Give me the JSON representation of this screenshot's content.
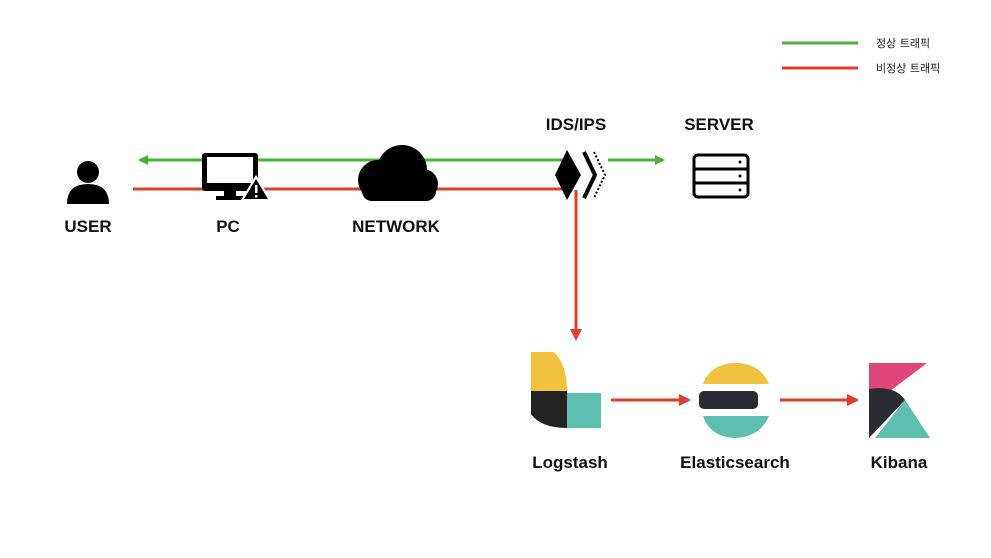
{
  "legend": {
    "normal": {
      "label": "정상 트래픽",
      "color": "#4caf3a"
    },
    "abnormal": {
      "label": "비정상 트래픽",
      "color": "#e03c2c"
    }
  },
  "nodes": {
    "user": {
      "label": "USER",
      "icon": "user-icon"
    },
    "pc": {
      "label": "PC",
      "icon": "monitor-warning-icon"
    },
    "network": {
      "label": "NETWORK",
      "icon": "cloud-icon"
    },
    "idsips": {
      "label": "IDS/IPS",
      "icon": "ids-ips-icon"
    },
    "server": {
      "label": "SERVER",
      "icon": "server-icon"
    },
    "logstash": {
      "label": "Logstash",
      "icon": "logstash-logo"
    },
    "elasticsearch": {
      "label": "Elasticsearch",
      "icon": "elasticsearch-logo"
    },
    "kibana": {
      "label": "Kibana",
      "icon": "kibana-logo"
    }
  },
  "colors": {
    "normal": "#4caf3a",
    "abnormal": "#e03c2c",
    "icon": "#000000",
    "yellow": "#f0c23e",
    "teal": "#5fbfae",
    "pink": "#e0457b",
    "dark": "#2b2b33"
  }
}
